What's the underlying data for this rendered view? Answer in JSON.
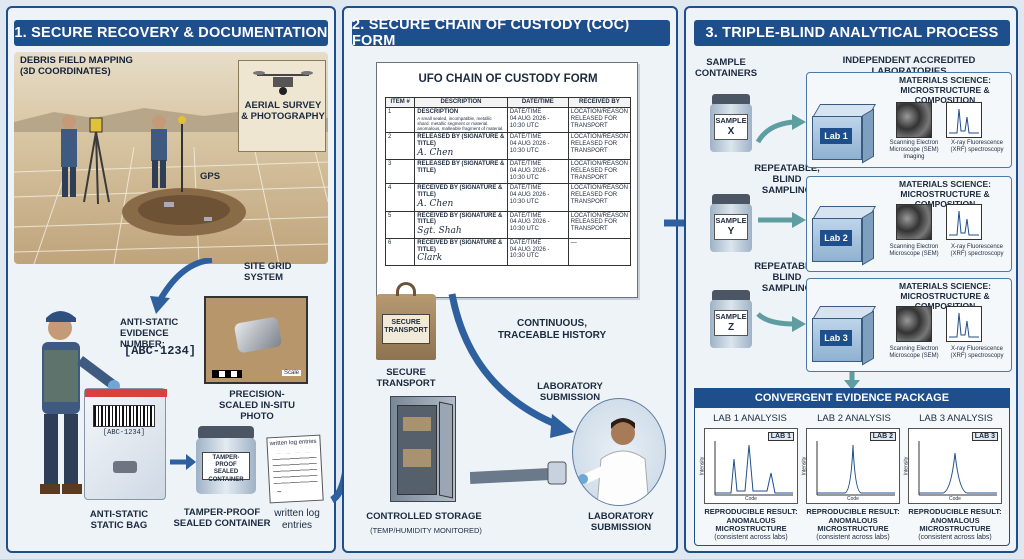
{
  "panels": {
    "p1": {
      "title": "1. SECURE RECOVERY & DOCUMENTATION"
    },
    "p2": {
      "title": "2. SECURE CHAIN OF CUSTODY (COC) FORM"
    },
    "p3": {
      "title": "3. TRIPLE-BLIND ANALYTICAL PROCESS"
    }
  },
  "p1": {
    "debris_mapping": "DEBRIS FIELD MAPPING (3D COORDINATES)",
    "aerial": "AERIAL SURVEY & PHOTOGRAPHY",
    "gps": "GPS",
    "site_grid": "SITE GRID SYSTEM",
    "evidence_label": "ANTI-STATIC EVIDENCE NUMBER:",
    "evidence_number": "[ABC-1234]",
    "bag_code": "[ABC-1234]",
    "scale": "Scale",
    "photo_caption": "PRECISION-SCALED IN-SITU PHOTO",
    "container_text": "TAMPER-PROOF SEALED CONTAINER",
    "bag_caption": "ANTI-STATIC STATIC BAG",
    "container_caption": "TAMPER-PROOF SEALED CONTAINER",
    "log_title": "written log entries",
    "log_caption": "written log entries"
  },
  "coc": {
    "title": "UFO CHAIN OF CUSTODY FORM",
    "headers": [
      "ITEM #",
      "DESCRIPTION",
      "DATE/TIME",
      "RECEIVED BY"
    ],
    "rows": [
      {
        "item": "1",
        "desc": "DESCRIPTION",
        "desc_sub": "A small sealed, incompatible, metallic shard. metallic segment or material. anomalous, malleable fragment of material.",
        "date_label": "DATE/TIME",
        "date": "04 AUG 2026 - 10:30 UTC",
        "recv": "LOCATION/REASON",
        "recv_sub": "RELEASED FOR TRANSPORT",
        "sig": ""
      },
      {
        "item": "2",
        "desc": "RELEASED BY (SIGNATURE & TITLE)",
        "desc_sub": "",
        "date_label": "DATE/TIME",
        "date": "04 AUG 2026 - 10:30 UTC",
        "recv": "LOCATION/REASON",
        "recv_sub": "RELEASED FOR TRANSPORT",
        "sig": "A. Chen"
      },
      {
        "item": "3",
        "desc": "RELEASED BY (SIGNATURE & TITLE)",
        "desc_sub": "",
        "date_label": "DATE/TIME",
        "date": "04 AUG 2026 - 10:30 UTC",
        "recv": "LOCATION/REASON",
        "recv_sub": "RELEASED FOR TRANSPORT",
        "sig": ""
      },
      {
        "item": "4",
        "desc": "RECEIVED BY (SIGNATURE & TITLE)",
        "desc_sub": "",
        "date_label": "DATE/TIME",
        "date": "04 AUG 2026 - 10:30 UTC",
        "recv": "LOCATION/REASON",
        "recv_sub": "RELEASED FOR TRANSPORT",
        "sig": "A. Chen"
      },
      {
        "item": "5",
        "desc": "RECEIVED BY (SIGNATURE & TITLE)",
        "desc_sub": "",
        "date_label": "DATE/TIME",
        "date": "04 AUG 2026 - 10:30 UTC",
        "recv": "LOCATION/REASON",
        "recv_sub": "RELEASED FOR TRANSPORT",
        "sig": "Sgt. Shah"
      },
      {
        "item": "6",
        "desc": "RECEIVED BY (SIGNATURE & TITLE)",
        "desc_sub": "",
        "date_label": "DATE/TIME",
        "date": "04 AUG 2026 - 10:30 UTC",
        "recv": "—",
        "recv_sub": "",
        "sig": "Clark"
      }
    ],
    "history": "CONTINUOUS, TRACEABLE HISTORY",
    "bag_text": "SECURE TRANSPORT",
    "transport_caption": "SECURE TRANSPORT",
    "lab_submission_top": "LABORATORY SUBMISSION",
    "storage_caption": "CONTROLLED STORAGE",
    "storage_sub": "(TEMP/HUMIDITY MONITORED)",
    "lab_submission_bottom": "LABORATORY SUBMISSION"
  },
  "p3": {
    "sample_containers": "SAMPLE CONTAINERS",
    "labs_header": "INDEPENDENT ACCREDITED LABORATORIES",
    "samples": [
      {
        "label": "SAMPLE",
        "id": "X"
      },
      {
        "label": "SAMPLE",
        "id": "Y"
      },
      {
        "label": "SAMPLE",
        "id": "Z"
      }
    ],
    "blind": [
      "REPEATABLE, BLIND SAMPLING",
      "REPEATABLE, BLIND SAMPLING"
    ],
    "labs": [
      {
        "name": "Lab 1",
        "title": "MATERIALS SCIENCE: MICROSTRUCTURE & COMPOSITION",
        "sem": "Scanning Electron Microscope (SEM) imaging",
        "xrf": "X-ray Fluorescence (XRF) spectroscopy"
      },
      {
        "name": "Lab 2",
        "title": "MATERIALS SCIENCE: MICROSTRUCTURE & COMPOSITION",
        "sem": "Scanning Electron Microscope (SEM)",
        "xrf": "X-ray Fluorescence (XRF) spectroscopy"
      },
      {
        "name": "Lab 3",
        "title": "MATERIALS SCIENCE: MICROSTRUCTURE & COMPOSITION",
        "sem": "Scanning Electron Microscope (SEM)",
        "xrf": "X-ray Fluorescence (XRF) spectroscopy"
      }
    ],
    "package_title": "CONVERGENT EVIDENCE PACKAGE",
    "analyses": [
      {
        "title": "LAB 1 ANALYSIS",
        "tag": "LAB 1",
        "ylabel": "Intensity",
        "xlabel": "Code",
        "result": "REPRODUCIBLE RESULT: ANOMALOUS MICROSTRUCTURE",
        "note": "(consistent across labs)"
      },
      {
        "title": "LAB 2 ANALYSIS",
        "tag": "LAB 2",
        "ylabel": "Intensity",
        "xlabel": "Code",
        "result": "REPRODUCIBLE RESULT: ANOMALOUS MICROSTRUCTURE",
        "note": "(consistent across labs)"
      },
      {
        "title": "LAB 3 ANALYSIS",
        "tag": "LAB 3",
        "ylabel": "Intensity",
        "xlabel": "Code",
        "result": "REPRODUCIBLE RESULT: ANOMALOUS MICROSTRUCTURE",
        "note": "(consistent across labs)"
      }
    ]
  },
  "colors": {
    "accent": "#1f4e8c",
    "panel_bg": "#eef3f8",
    "arrow": "#2e5f9e",
    "teal_arrow": "#5f9ea0"
  }
}
